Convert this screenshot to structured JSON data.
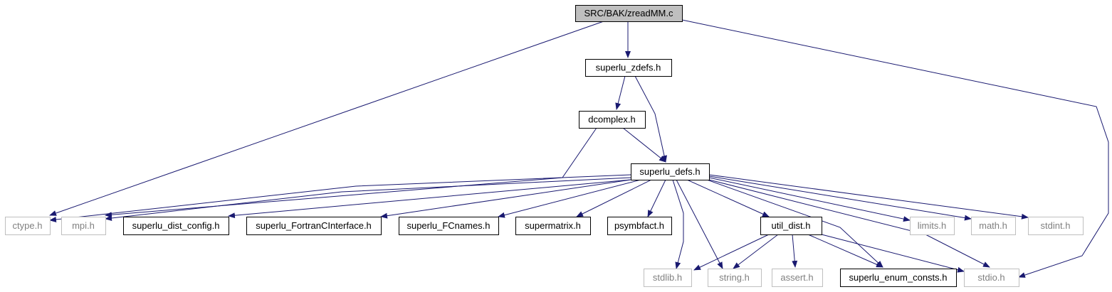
{
  "colors": {
    "edge": "#191970",
    "root_fill": "#bfbfbf",
    "node_border_documented": "#000000",
    "node_border_external": "#bfbfbf",
    "text_documented": "#000000",
    "text_external": "#808080"
  },
  "nodes": {
    "zreadmm": {
      "label": "SRC/BAK/zreadMM.c",
      "kind": "root"
    },
    "superlu_zdefs": {
      "label": "superlu_zdefs.h",
      "kind": "documented"
    },
    "dcomplex": {
      "label": "dcomplex.h",
      "kind": "documented"
    },
    "superlu_defs": {
      "label": "superlu_defs.h",
      "kind": "documented"
    },
    "ctype": {
      "label": "ctype.h",
      "kind": "external"
    },
    "mpi": {
      "label": "mpi.h",
      "kind": "external"
    },
    "superlu_dist_config": {
      "label": "superlu_dist_config.h",
      "kind": "documented"
    },
    "superlu_fortranc": {
      "label": "superlu_FortranCInterface.h",
      "kind": "documented"
    },
    "superlu_fcnames": {
      "label": "superlu_FCnames.h",
      "kind": "documented"
    },
    "supermatrix": {
      "label": "supermatrix.h",
      "kind": "documented"
    },
    "psymbfact": {
      "label": "psymbfact.h",
      "kind": "documented"
    },
    "util_dist": {
      "label": "util_dist.h",
      "kind": "documented"
    },
    "limits": {
      "label": "limits.h",
      "kind": "external"
    },
    "math": {
      "label": "math.h",
      "kind": "external"
    },
    "stdint": {
      "label": "stdint.h",
      "kind": "external"
    },
    "stdlib": {
      "label": "stdlib.h",
      "kind": "external"
    },
    "string": {
      "label": "string.h",
      "kind": "external"
    },
    "assert": {
      "label": "assert.h",
      "kind": "external"
    },
    "superlu_enum_consts": {
      "label": "superlu_enum_consts.h",
      "kind": "documented"
    },
    "stdio": {
      "label": "stdio.h",
      "kind": "external"
    }
  },
  "edges": [
    [
      "zreadmm",
      "superlu_zdefs"
    ],
    [
      "zreadmm",
      "ctype"
    ],
    [
      "zreadmm",
      "stdio"
    ],
    [
      "superlu_zdefs",
      "dcomplex"
    ],
    [
      "superlu_zdefs",
      "superlu_defs"
    ],
    [
      "dcomplex",
      "superlu_defs"
    ],
    [
      "dcomplex",
      "mpi"
    ],
    [
      "superlu_defs",
      "ctype"
    ],
    [
      "superlu_defs",
      "mpi"
    ],
    [
      "superlu_defs",
      "superlu_dist_config"
    ],
    [
      "superlu_defs",
      "superlu_fortranc"
    ],
    [
      "superlu_defs",
      "superlu_fcnames"
    ],
    [
      "superlu_defs",
      "supermatrix"
    ],
    [
      "superlu_defs",
      "psymbfact"
    ],
    [
      "superlu_defs",
      "util_dist"
    ],
    [
      "superlu_defs",
      "limits"
    ],
    [
      "superlu_defs",
      "math"
    ],
    [
      "superlu_defs",
      "stdint"
    ],
    [
      "superlu_defs",
      "stdlib"
    ],
    [
      "superlu_defs",
      "string"
    ],
    [
      "superlu_defs",
      "superlu_enum_consts"
    ],
    [
      "superlu_defs",
      "stdio"
    ],
    [
      "util_dist",
      "stdlib"
    ],
    [
      "util_dist",
      "string"
    ],
    [
      "util_dist",
      "assert"
    ],
    [
      "util_dist",
      "superlu_enum_consts"
    ],
    [
      "util_dist",
      "stdio"
    ]
  ]
}
